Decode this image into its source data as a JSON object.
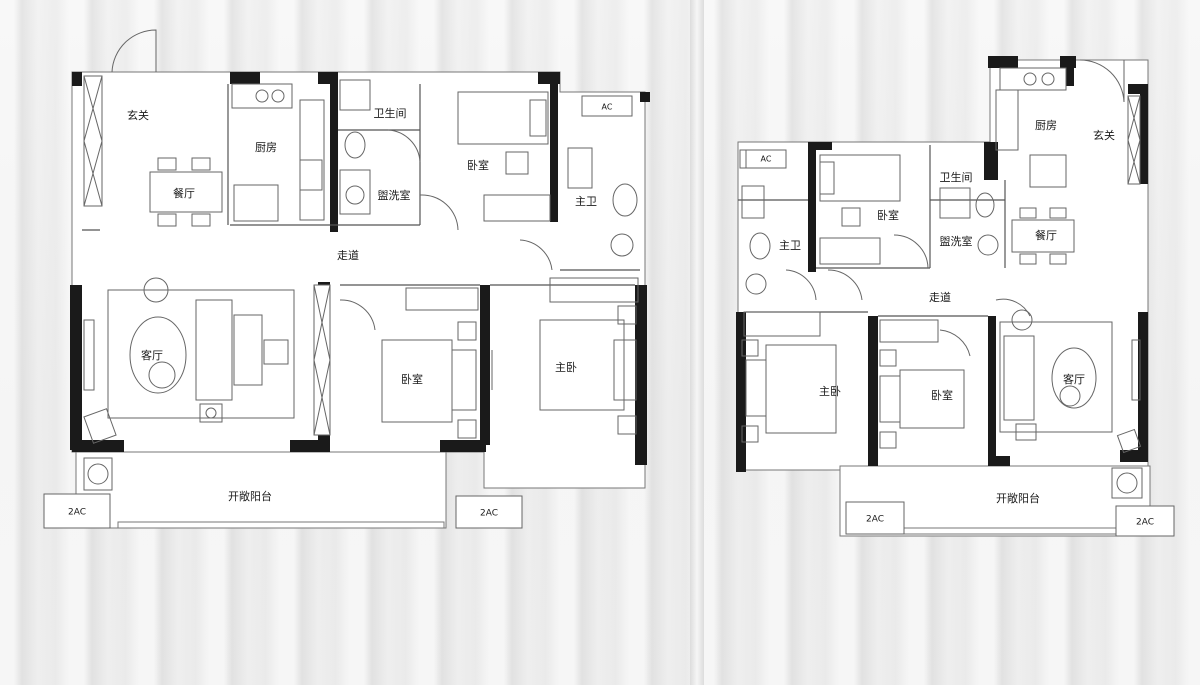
{
  "plan_a": {
    "labels": {
      "foyer": "玄关",
      "dining": "餐厅",
      "kitchen": "厨房",
      "bathroom": "卫生间",
      "washroom": "盥洗室",
      "bedroom_north": "卧室",
      "master_bath": "主卫",
      "corridor": "走道",
      "living": "客厅",
      "bedroom_south": "卧室",
      "master_bedroom": "主卧",
      "balcony": "开敞阳台"
    },
    "ac_tags": [
      "AC",
      "2AC",
      "2AC"
    ]
  },
  "plan_b": {
    "labels": {
      "kitchen": "厨房",
      "foyer": "玄关",
      "bedroom_north": "卧室",
      "bathroom": "卫生间",
      "washroom": "盥洗室",
      "master_bath": "主卫",
      "dining": "餐厅",
      "corridor": "走道",
      "master_bedroom": "主卧",
      "bedroom_south": "卧室",
      "living": "客厅",
      "balcony": "开敞阳台"
    },
    "ac_tags": [
      "AC",
      "2AC",
      "2AC"
    ]
  },
  "colors": {
    "wall": "#1a1a1a",
    "line": "#555555",
    "floor": "#ffffff"
  }
}
